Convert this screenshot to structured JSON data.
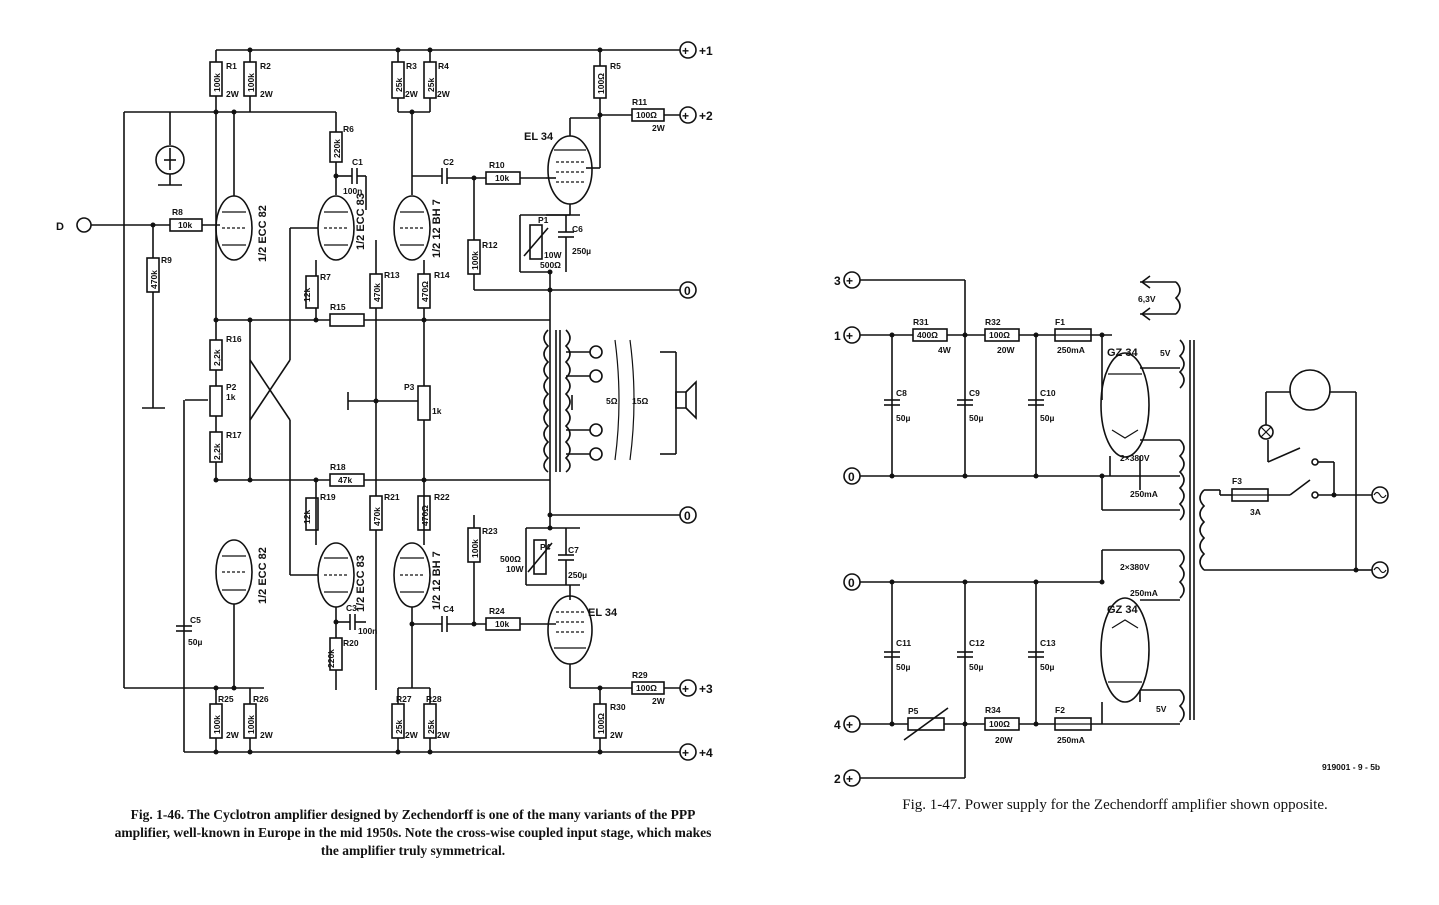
{
  "fig46": {
    "caption": "Fig. 1-46. The Cyclotron amplifier designed by Zechendorff is one of the many variants of the PPP amplifier, well-known in Europe in the mid 1950s. Note the cross-wise coupled input stage, which makes the amplifier truly symmetrical.",
    "terminals": [
      "+1",
      "+2",
      "+3",
      "+4",
      "0"
    ],
    "resistors": {
      "R1": "R1",
      "R1_val": "100k",
      "R1_w": "2W",
      "R2": "R2",
      "R2_val": "100k",
      "R2_w": "2W",
      "R3": "R3",
      "R3_val": "25k",
      "R3_w": "2W",
      "R4": "R4",
      "R4_val": "25k",
      "R4_w": "2W",
      "R5": "R5",
      "R5_val": "100Ω",
      "R6": "R6",
      "R6_val": "220k",
      "R7": "R7",
      "R7_val": "12k",
      "R8": "R8",
      "R8_val": "10k",
      "R9": "R9",
      "R9_val": "470k",
      "R10": "R10",
      "R10_val": "10k",
      "R11": "R11",
      "R11_val": "100Ω",
      "R11_w": "2W",
      "R12": "R12",
      "R12_val": "100k",
      "R13": "R13",
      "R13_val": "470k",
      "R14": "R14",
      "R14_val": "470Ω",
      "R15": "R15",
      "R16": "R16",
      "R16_val": "2,2k",
      "R17": "R17",
      "R17_val": "2,2k",
      "R18": "R18",
      "R18_val": "47k",
      "R19": "R19",
      "R19_val": "12k",
      "R20": "R20",
      "R20_val": "220k",
      "R21": "R21",
      "R21_val": "470k",
      "R22": "R22",
      "R22_val": "470Ω",
      "R23": "R23",
      "R23_val": "100k",
      "R24": "R24",
      "R24_val": "10k",
      "R25": "R25",
      "R25_val": "100k",
      "R25_w": "2W",
      "R26": "R26",
      "R26_val": "100k",
      "R26_w": "2W",
      "R27": "R27",
      "R27_val": "25k",
      "R27_w": "2W",
      "R28": "R28",
      "R28_val": "25k",
      "R28_w": "2W",
      "R29": "R29",
      "R29_val": "100Ω",
      "R29_w": "2W",
      "R30": "R30",
      "R30_val": "100Ω",
      "R30_w": "2W"
    },
    "pots": {
      "P1": "P1",
      "P1_a": "10W",
      "P1_b": "500Ω",
      "P2": "P2",
      "P2_val": "1k",
      "P3": "P3",
      "P3_val": "1k",
      "P4": "P4",
      "P4_a": "500Ω",
      "P4_b": "10W"
    },
    "caps": {
      "C1": "C1",
      "C1_val": "100n",
      "C2": "C2",
      "C3": "C3",
      "C3_val": "100n",
      "C4": "C4",
      "C5": "C5",
      "C5_val": "50µ",
      "C6": "C6",
      "C6_val": "250µ",
      "C7": "C7",
      "C7_val": "250µ"
    },
    "tubes": {
      "ecc82": "1/2 ECC 82",
      "ecc83": "1/2 ECC 83",
      "bh7": "1/2 12 BH 7",
      "el34": "EL 34"
    },
    "speaker": {
      "tap1": "5Ω",
      "tap2": "15Ω"
    }
  },
  "fig47": {
    "caption": "Fig. 1-47. Power supply for the Zechendorff amplifier shown opposite.",
    "terminals": [
      "3",
      "1",
      "0",
      "0",
      "4",
      "2"
    ],
    "R31": "R31",
    "R31_val": "400Ω",
    "R31_w": "4W",
    "R32": "R32",
    "R32_val": "100Ω",
    "R32_w": "20W",
    "R34": "R34",
    "R34_val": "100Ω",
    "R34_w": "20W",
    "F1": "F1",
    "F1_val": "250mA",
    "F2": "F2",
    "F2_val": "250mA",
    "F3": "F3",
    "F3_val": "3A",
    "P5": "P5",
    "C8": "C8",
    "C8_val": "50µ",
    "C9": "C9",
    "C9_val": "50µ",
    "C10": "C10",
    "C10_val": "50µ",
    "C11": "C11",
    "C11_val": "50µ",
    "C12": "C12",
    "C12_val": "50µ",
    "C13": "C13",
    "C13_val": "50µ",
    "rect_tube": "GZ 34",
    "heater_top": "5V",
    "heater_bot": "5V",
    "sec_v": "2×380V",
    "sec_i": "250mA",
    "filament": "6,3V",
    "ref": "919001 - 9 - 5b"
  }
}
